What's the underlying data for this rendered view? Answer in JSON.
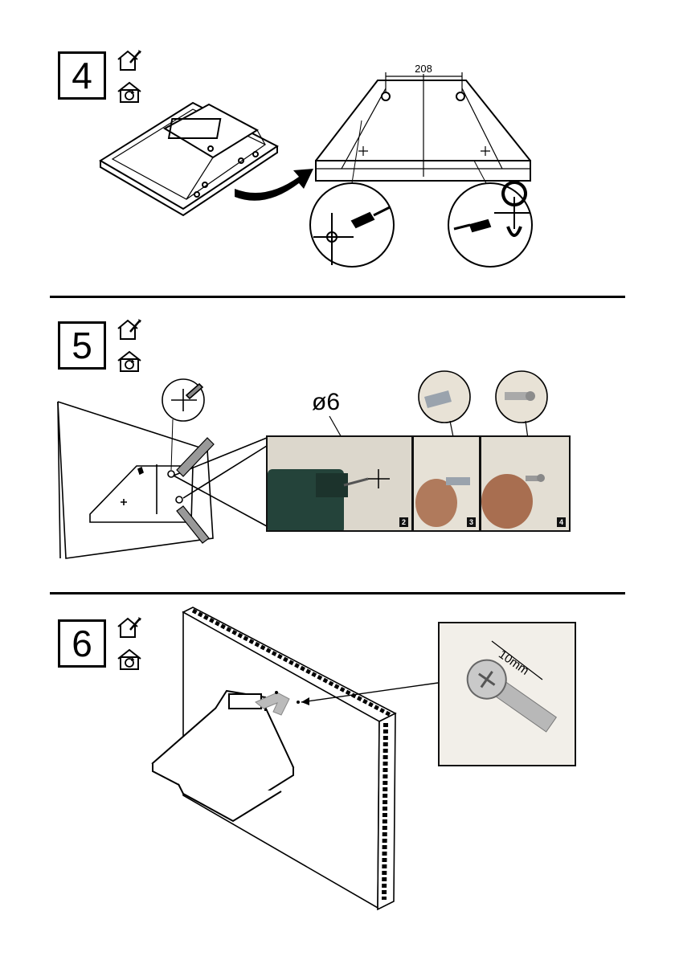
{
  "steps": {
    "step4": {
      "number": "4"
    },
    "step5": {
      "number": "5"
    },
    "step6": {
      "number": "6"
    }
  },
  "step4": {
    "dimension": "208"
  },
  "step5": {
    "drill_diameter": "ø6",
    "photo_tags": [
      "2",
      "3",
      "4"
    ]
  },
  "step6": {
    "screw_length": "10mm"
  },
  "icons": {
    "pencil_house": "house-pencil-icon",
    "rotate_house": "house-rotate-icon"
  }
}
